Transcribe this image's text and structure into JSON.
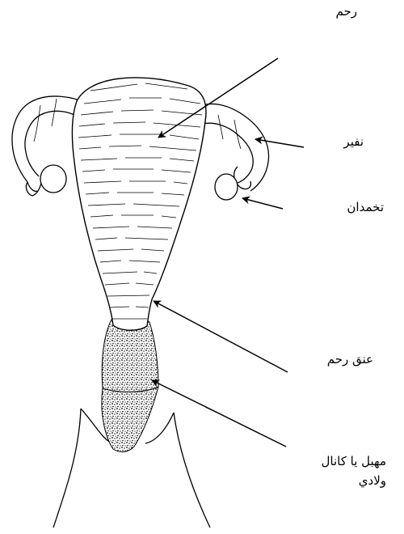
{
  "labels": {
    "uterus": "رحم",
    "fallopian_tube": "نفير",
    "ovary": "تخمدان",
    "cervix": "عنق رحم",
    "vagina_line1": "مهبل يا کانال",
    "vagina_line2": "ولادي"
  },
  "colors": {
    "ink": "#000000",
    "background": "#ffffff"
  }
}
